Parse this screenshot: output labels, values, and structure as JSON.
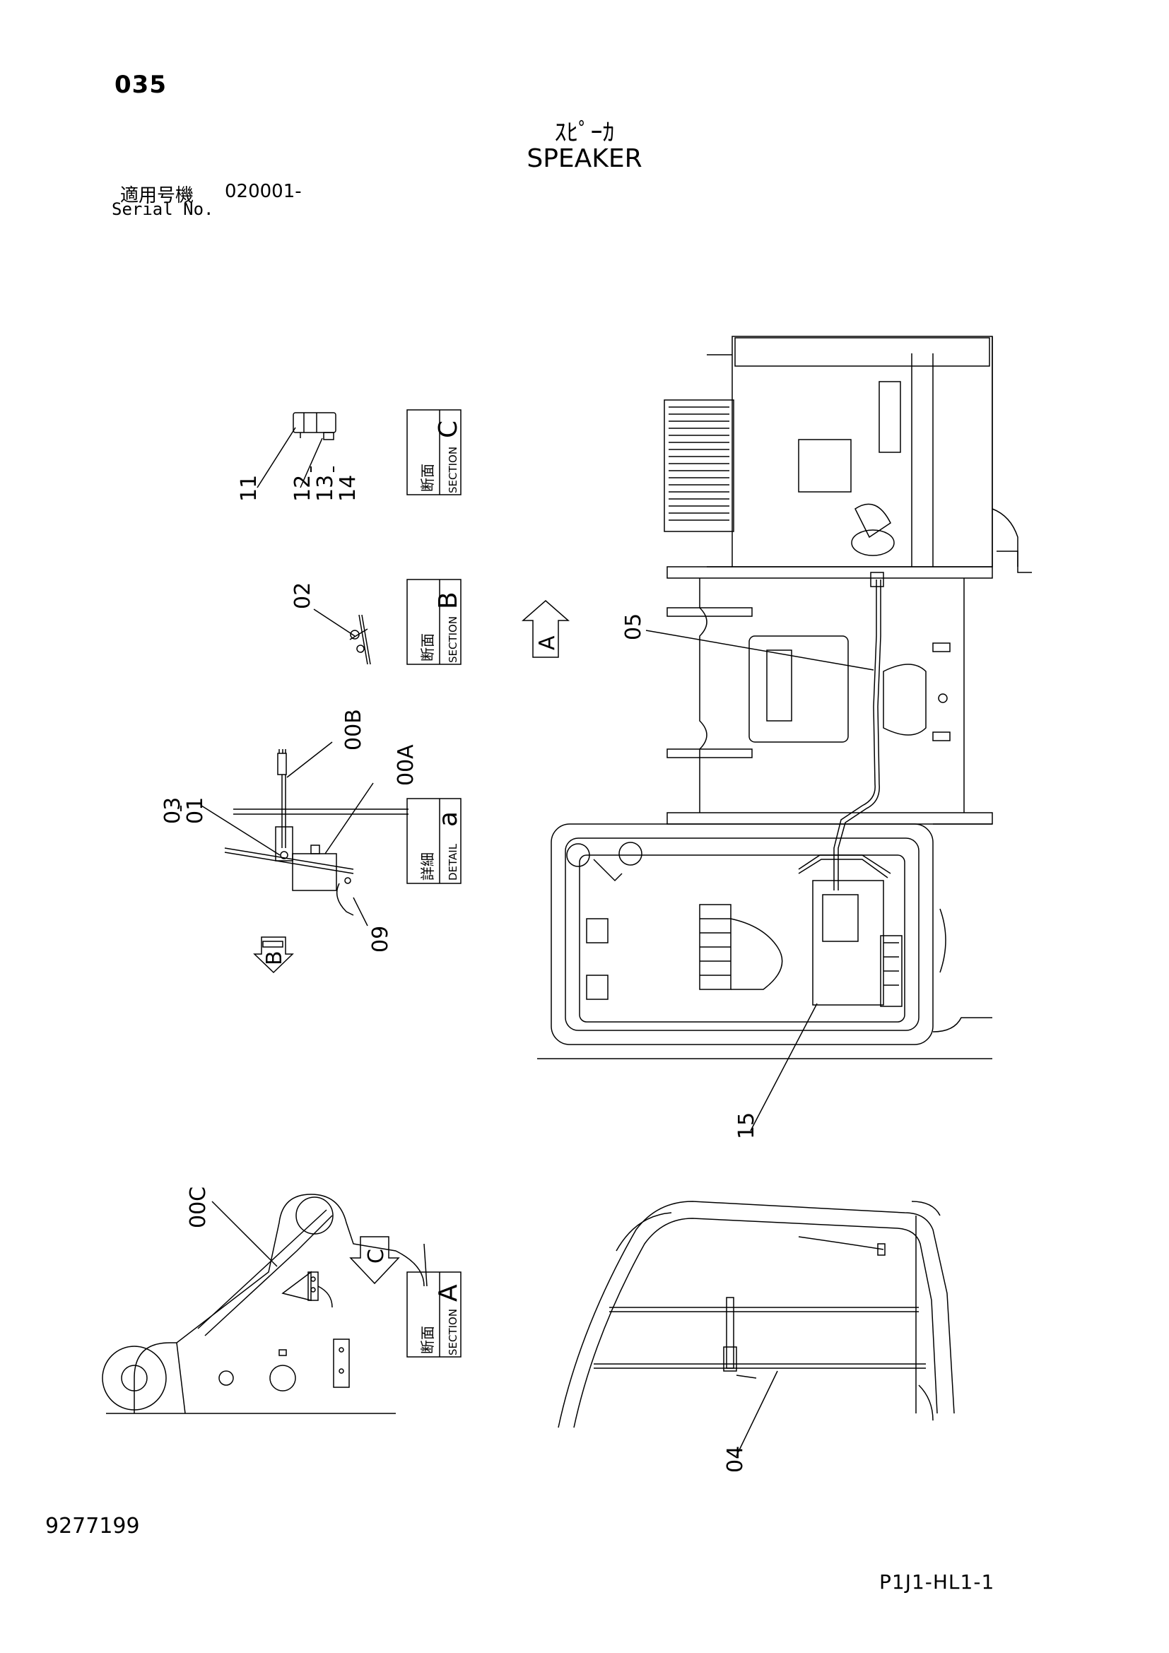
{
  "header": {
    "page_number": "035",
    "title_jp": "ｽﾋﾟｰｶ",
    "title_en": "SPEAKER",
    "serial_label_jp": "適用号機",
    "serial_value": "020001-",
    "serial_label_en": "Serial No."
  },
  "callouts": {
    "c11": "11",
    "c12": "12",
    "c13": "13",
    "c14": "14",
    "c02": "02",
    "c00B": "00B",
    "c00A": "00A",
    "c03": "03",
    "c01": "01",
    "c09": "09",
    "c05": "05",
    "c15": "15",
    "c00C": "00C",
    "c04": "04"
  },
  "view_labels": {
    "section_jp": "断面",
    "detail_jp": "詳細",
    "section_en": "SECTION",
    "detail_en": "DETAIL",
    "c": "C",
    "b": "B",
    "a_lower": "a",
    "a": "A"
  },
  "arrows": {
    "a": "A",
    "b": "B",
    "c": "C"
  },
  "footer": {
    "doc_number": "9277199",
    "code": "P1J1-HL1-1"
  }
}
